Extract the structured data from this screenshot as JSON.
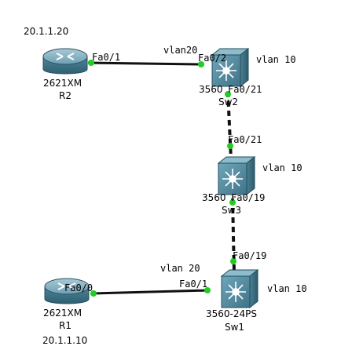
{
  "devices": {
    "r2": {
      "model": "2621XM",
      "name": "R2",
      "ip": "20.1.1.20"
    },
    "r1": {
      "model": "2621XM",
      "name": "R1",
      "ip": "20.1.1.10"
    },
    "sw2": {
      "model": "3560",
      "name": "Sw2",
      "vlan": "vlan 10"
    },
    "sw3": {
      "model": "3560",
      "name": "Sw3",
      "vlan": "vlan 10"
    },
    "sw1": {
      "model": "3560-24PS",
      "name": "Sw1",
      "vlan": "vlan 10"
    }
  },
  "links": {
    "r2_sw2": {
      "label": "vlan20",
      "port_a": "Fa0/1",
      "port_b": "Fa0/2"
    },
    "sw2_sw3": {
      "port_a": "Fa0/21",
      "port_b": "Fa0/21"
    },
    "sw3_sw1": {
      "port_a": "Fa0/19",
      "port_b": "Fa0/19"
    },
    "r1_sw1": {
      "label": "vlan 20",
      "port_a": "Fa0/0",
      "port_b": "Fa0/1"
    }
  },
  "colors": {
    "link": "#111111",
    "port_dot": "#22cc22",
    "router_body": "#5f95a8",
    "switch_body": "#4f8aa0"
  }
}
